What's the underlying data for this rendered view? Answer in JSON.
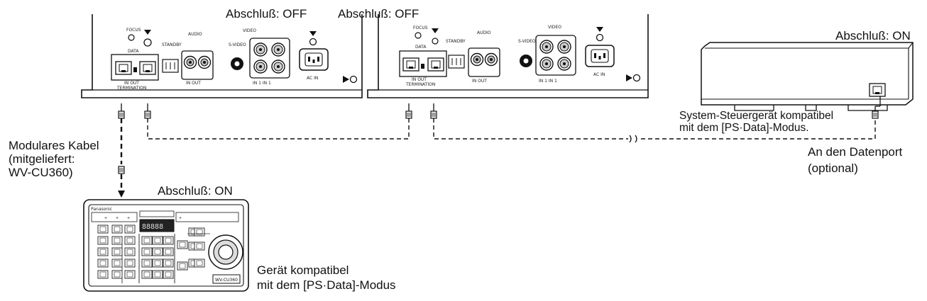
{
  "labels": {
    "cam1_termination": "Abschluß: OFF",
    "cam2_termination": "Abschluß: OFF",
    "sys_termination": "Abschluß: ON",
    "sys_device_line1": "System-Steuergerät kompatibel",
    "sys_device_line2": "mit dem [PS·Data]-Modus.",
    "cable_line1": "Modulares Kabel",
    "cable_line2": "(mitgeliefert:",
    "cable_line3": "WV-CU360)",
    "dataport_line1": "An den Datenport",
    "dataport_line2": "(optional)",
    "controller_termination": "Abschluß: ON",
    "controller_line1": "Gerät kompatibel",
    "controller_line2": "mit dem [PS·Data]-Modus"
  },
  "panel_text": {
    "focus": "FOCUS",
    "data": "DATA",
    "in": "IN",
    "out": "OUT",
    "termination": "TERMINATION",
    "standby": "STANDBY",
    "audio": "AUDIO",
    "video": "VIDEO",
    "s_video": "S-VIDEO",
    "ac_in": "AC IN"
  },
  "controller": {
    "brand": "Panasonic",
    "display": "88888",
    "model": "WV-CU360"
  }
}
